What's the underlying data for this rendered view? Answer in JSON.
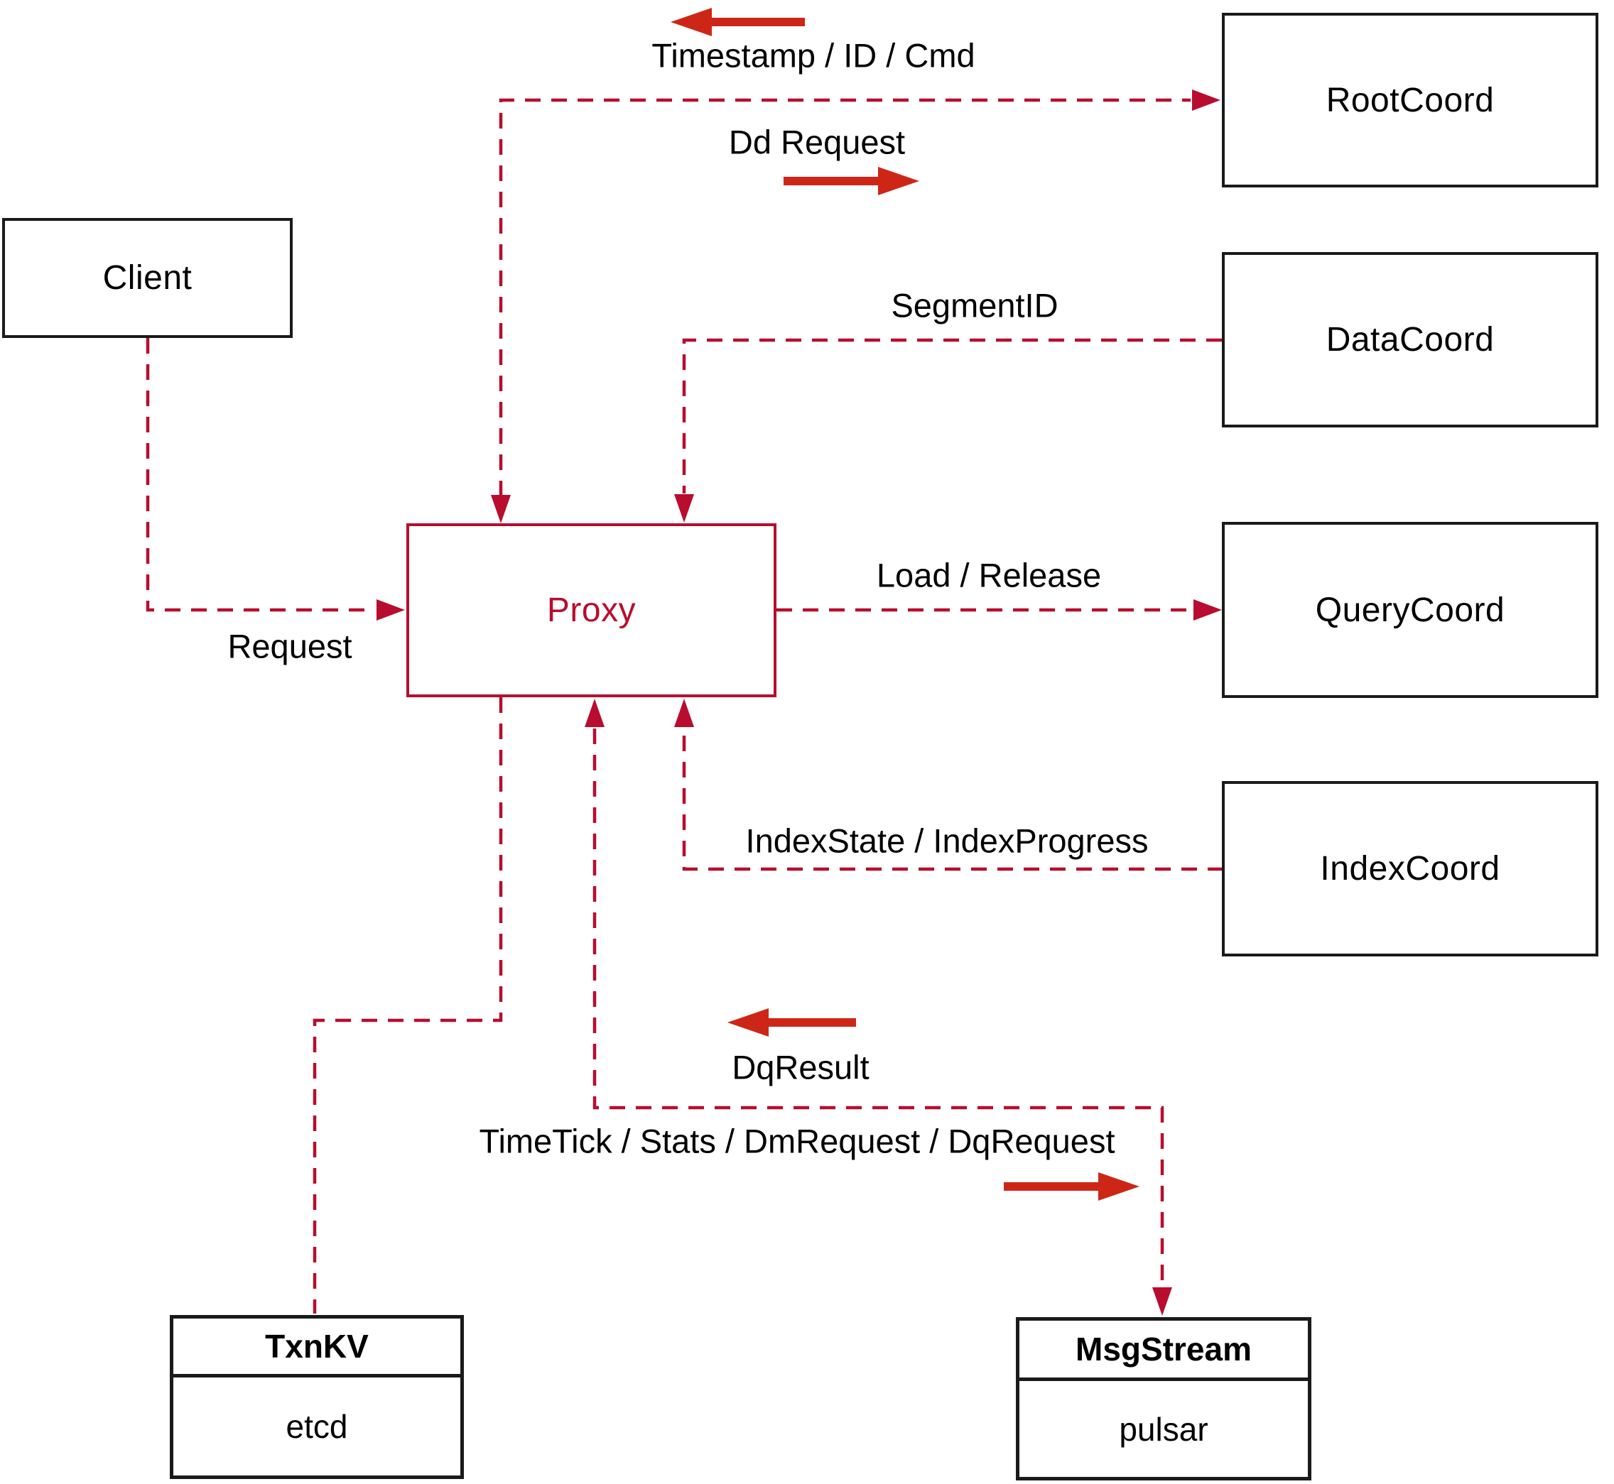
{
  "diagram": {
    "type": "architecture-flow",
    "nodes": {
      "client": {
        "label": "Client"
      },
      "root_coord": {
        "label": "RootCoord"
      },
      "data_coord": {
        "label": "DataCoord"
      },
      "query_coord": {
        "label": "QueryCoord"
      },
      "index_coord": {
        "label": "IndexCoord"
      },
      "proxy": {
        "label": "Proxy"
      },
      "txn_kv": {
        "title": "TxnKV",
        "subtitle": "etcd"
      },
      "msg_stream": {
        "title": "MsgStream",
        "subtitle": "pulsar"
      }
    },
    "edge_labels": {
      "timestamp": "Timestamp / ID / Cmd",
      "dd_request": "Dd Request",
      "segment_id": "SegmentID",
      "request": "Request",
      "load_release": "Load / Release",
      "index_state": "IndexState / IndexProgress",
      "dq_result": "DqResult",
      "time_tick": "TimeTick / Stats / DmRequest / DqRequest"
    },
    "edges": [
      {
        "from": "proxy",
        "to": "root_coord",
        "label": "Timestamp / ID / Cmd, Dd Request",
        "style": "dashed",
        "bidirectional": true
      },
      {
        "from": "data_coord",
        "to": "proxy",
        "label": "SegmentID",
        "style": "dashed"
      },
      {
        "from": "client",
        "to": "proxy",
        "label": "Request",
        "style": "dashed"
      },
      {
        "from": "proxy",
        "to": "query_coord",
        "label": "Load / Release",
        "style": "dashed"
      },
      {
        "from": "index_coord",
        "to": "proxy",
        "label": "IndexState / IndexProgress",
        "style": "dashed"
      },
      {
        "from": "proxy",
        "to": "txn_kv",
        "label": "",
        "style": "dashed"
      },
      {
        "from": "proxy",
        "to": "msg_stream",
        "label": "TimeTick / Stats / DmRequest / DqRequest, DqResult",
        "style": "dashed",
        "bidirectional": true
      }
    ],
    "colors": {
      "line": "#b80d2e",
      "arrow": "#cd2617",
      "border": "#1a1a1a",
      "text": "#000000",
      "background": "#ffffff"
    }
  }
}
